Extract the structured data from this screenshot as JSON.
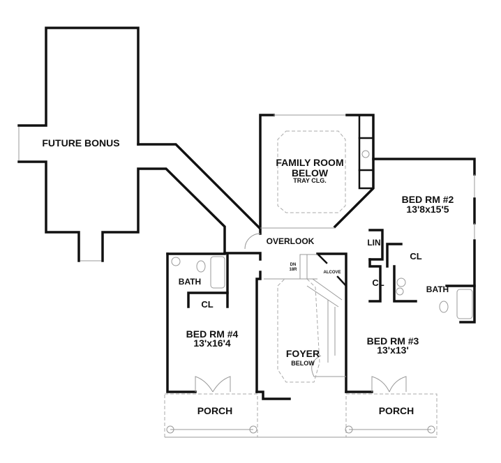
{
  "rooms": {
    "future_bonus": "FUTURE BONUS",
    "family_room": "FAMILY ROOM",
    "family_room_below": "BELOW",
    "family_room_ceiling": "TRAY CLG.",
    "bed2": "BED RM #2",
    "bed2_size": "13'8x15'5",
    "overlook": "OVERLOOK",
    "lin": "LIN",
    "alcove": "ALCOVE",
    "stair_dn": "DN",
    "stair_risers": "18R",
    "cl_upper": "CL",
    "cl_mid": "CL",
    "cl_bed4": "CL",
    "bath_left": "BATH",
    "bath_right": "BATH",
    "bed4": "BED RM #4",
    "bed4_size": "13'x16'4",
    "bed3": "BED RM #3",
    "bed3_size": "13'x13'",
    "foyer": "FOYER",
    "foyer_below": "BELOW",
    "porch_left": "PORCH",
    "porch_right": "PORCH"
  }
}
